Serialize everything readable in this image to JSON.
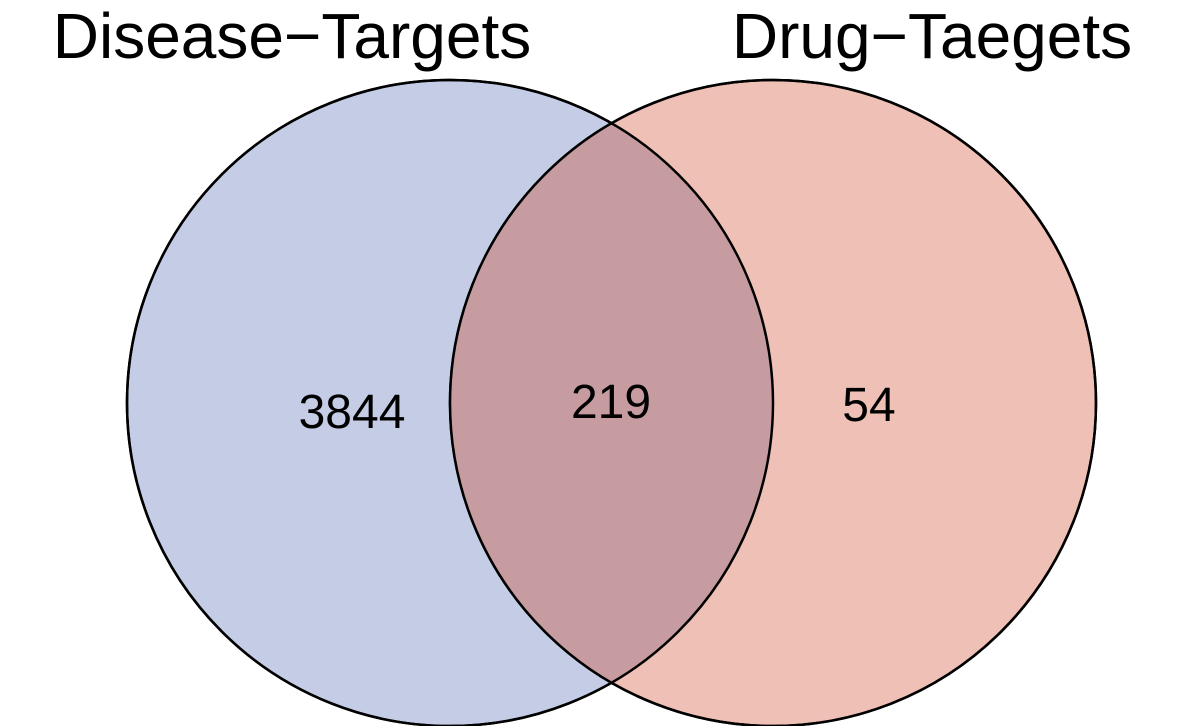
{
  "sets": [
    {
      "label": "Disease−Targets",
      "color": "#c5cce6"
    },
    {
      "label": "Drug−Taegets",
      "color": "#efc0b6"
    }
  ],
  "intersection_color": "#c69ca0",
  "counts": {
    "only_left": "3844",
    "both": "219",
    "only_right": "54"
  }
}
